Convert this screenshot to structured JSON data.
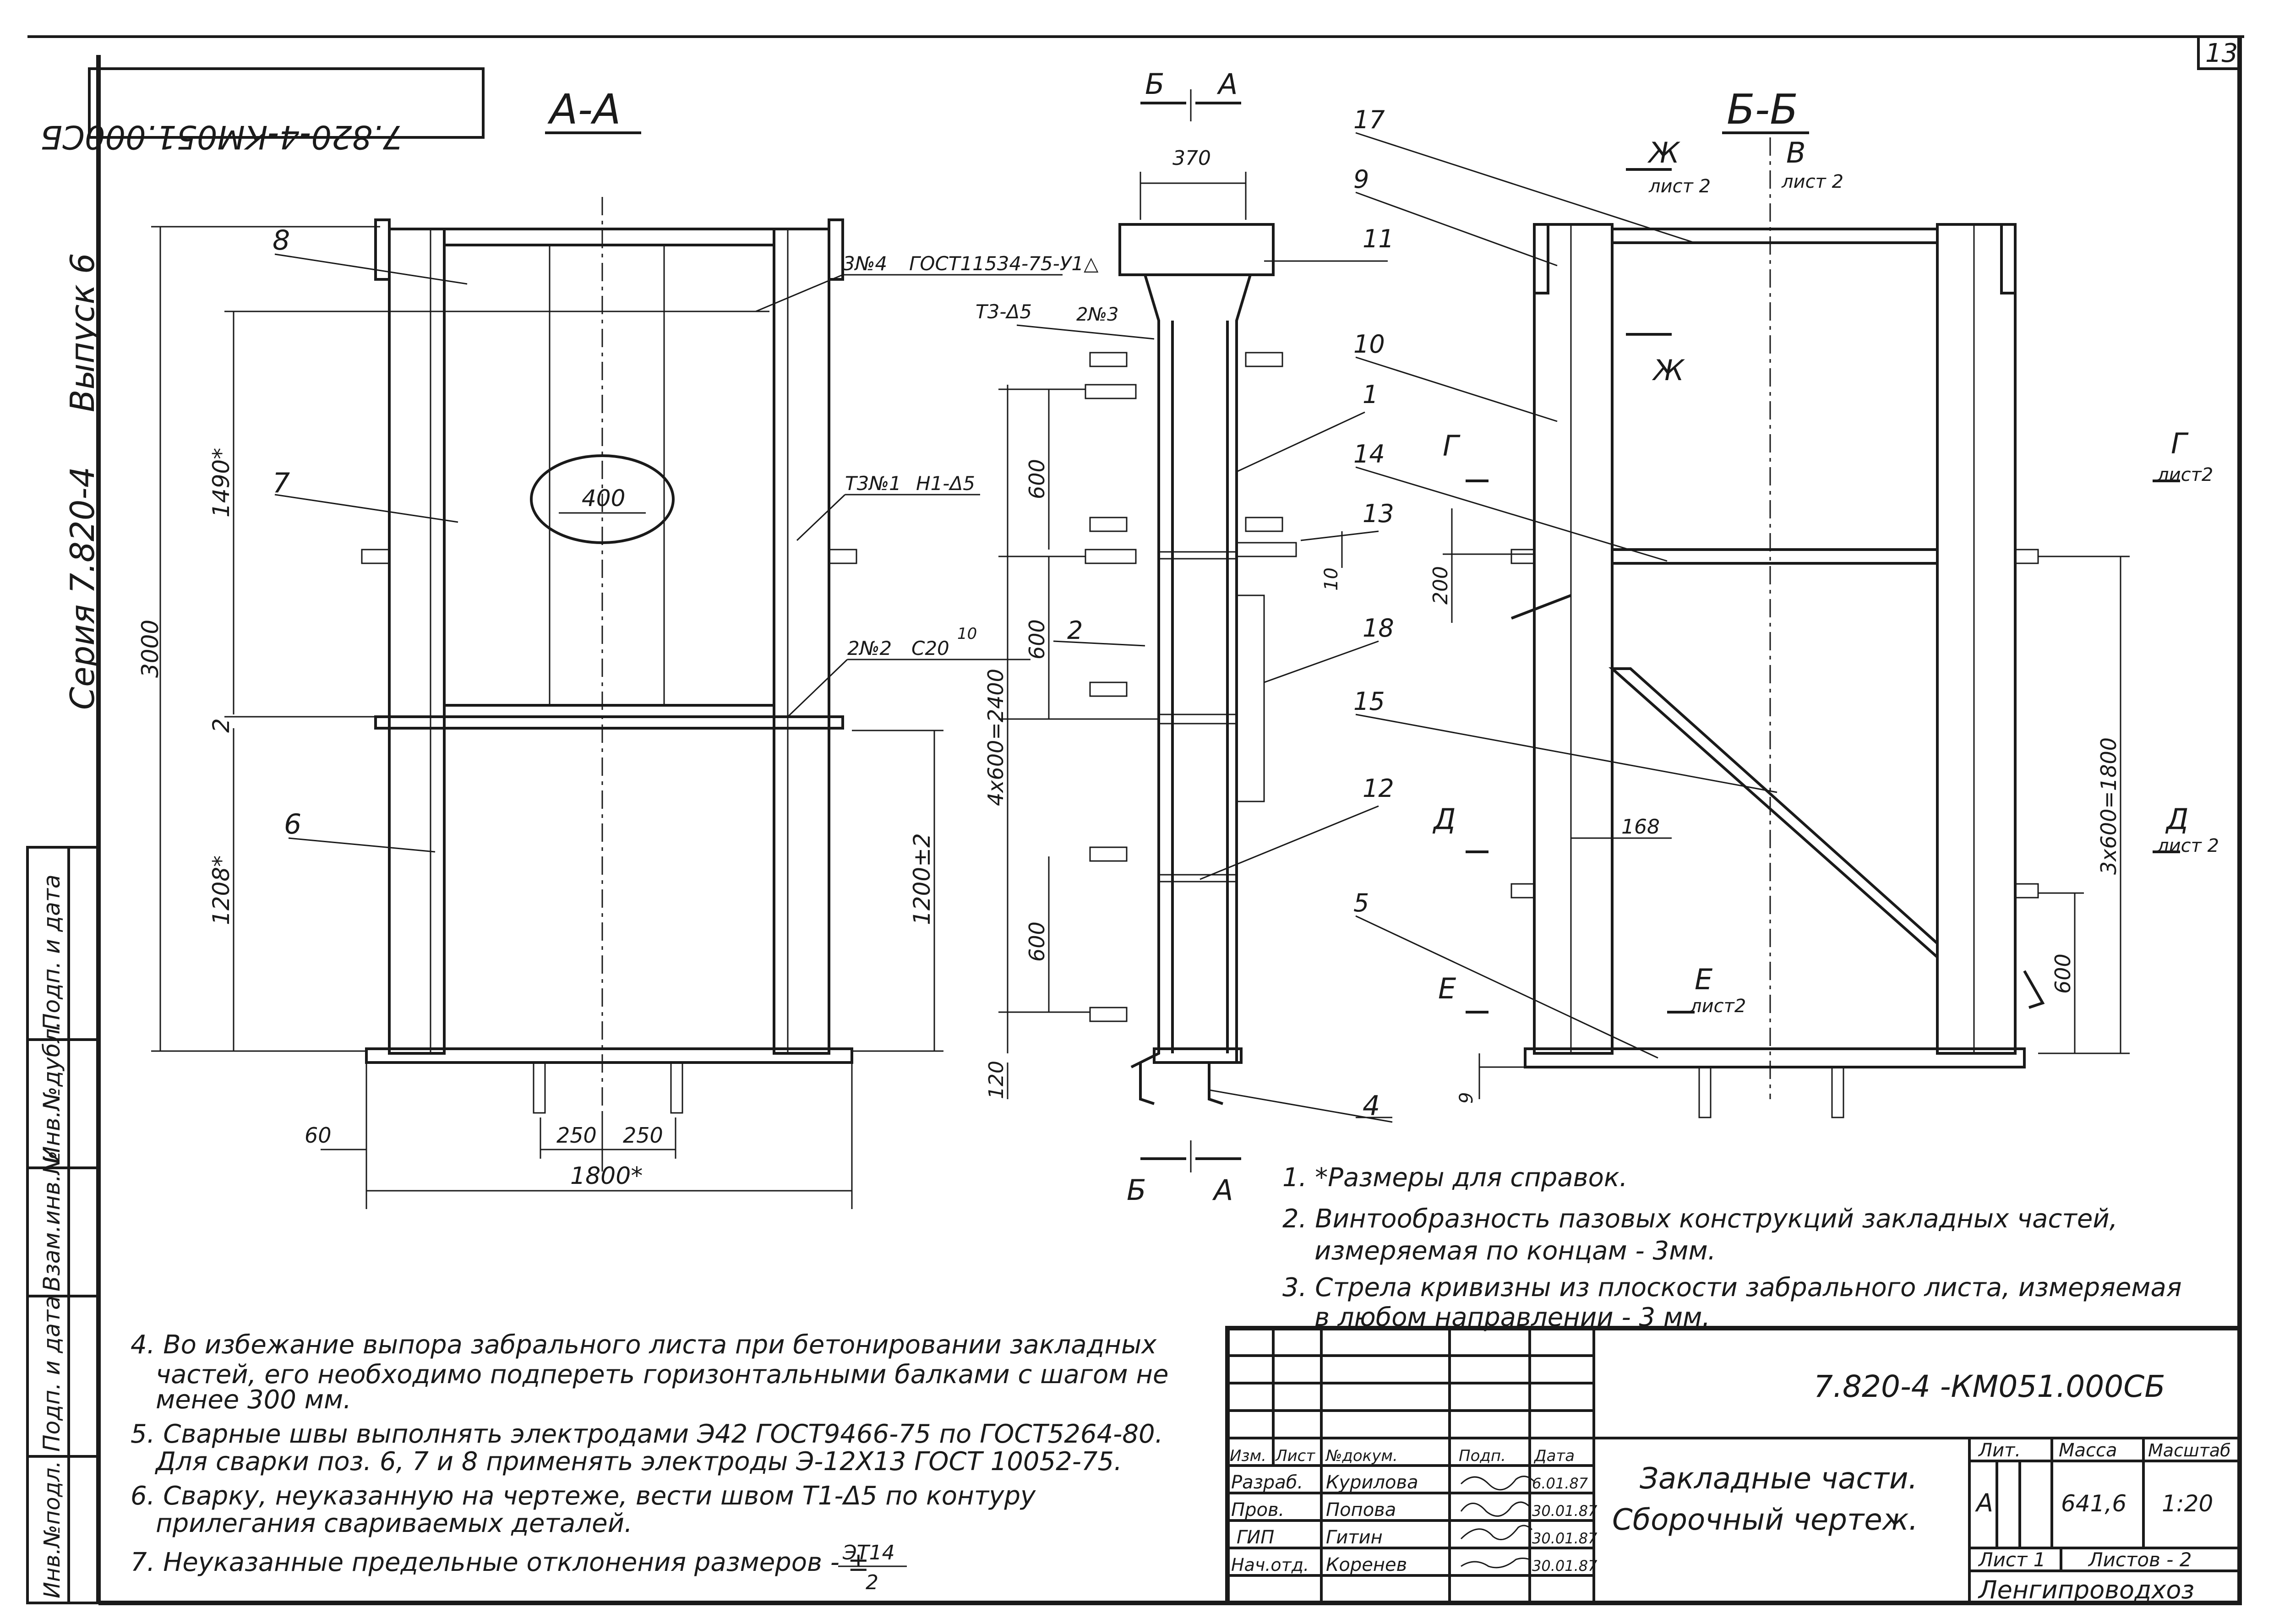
{
  "sheet_number": "13",
  "doc_code": "7.820-4-КМ051.000СБ",
  "doc_code_rotated": "7.820-4-КМ051.000СБ",
  "series_label": "Серия 7.820-4",
  "issue_label": "Выпуск 6",
  "views": {
    "aa": {
      "title": "А-А",
      "callouts": [
        "8",
        "7",
        "6"
      ],
      "notes": {
        "weld_top": "3№4",
        "gost_top": "ГОСТ11534-75-У1△",
        "weld_side": "Т3№1",
        "weld_side_code": "Н1-Δ5",
        "weld_mid": "2№2",
        "weld_mid_code": "С20",
        "weld_mid_size": "10",
        "hole": "400"
      },
      "dims": {
        "total_height": "3000",
        "upper": "1490*",
        "mid_gap": "2",
        "lower": "1208*",
        "lower_right": "1200±2",
        "edge": "60",
        "stud_left": "250",
        "stud_right": "250",
        "width": "1800*"
      }
    },
    "bb_section": {
      "top_left": "Б",
      "top_right": "А",
      "bottom_left": "Б",
      "bottom_right": "А",
      "callouts": [
        "11",
        "1",
        "13",
        "18",
        "2",
        "12",
        "4"
      ],
      "weld_note": "Т3-Δ5",
      "weld_note_num": "2№3",
      "dims": {
        "width": "370",
        "pitch_1": "600",
        "pitch_2": "600",
        "pitch_3": "600",
        "total": "4x600=2400",
        "bottom": "120",
        "plate": "10"
      }
    },
    "bb": {
      "title": "Б-Б",
      "callouts": [
        "17",
        "9",
        "10",
        "14",
        "15",
        "5"
      ],
      "section_marks": [
        {
          "letter": "Ж",
          "ref": "лист 2"
        },
        {
          "letter": "В",
          "ref": "лист 2"
        },
        {
          "letter": "Ж",
          "ref": ""
        },
        {
          "letter": "Г",
          "ref": ""
        },
        {
          "letter": "Г",
          "ref": "лист2"
        },
        {
          "letter": "Д",
          "ref": ""
        },
        {
          "letter": "Д",
          "ref": "лист 2"
        },
        {
          "letter": "Е",
          "ref": ""
        },
        {
          "letter": "Е",
          "ref": "лист2"
        }
      ],
      "dims": {
        "brace": "200",
        "web": "168",
        "total": "3x600=1800",
        "lower": "600",
        "bottom": "9"
      }
    }
  },
  "notes_right": [
    "1. *Размеры для справок.",
    "2. Винтообразность пазовых конструкций закладных частей,",
    "измеряемая по концам - 3мм.",
    "3. Стрела кривизны из плоскости забрального листа, измеряемая",
    "в любом направлении - 3 мм."
  ],
  "notes_left": [
    "4. Во избежание выпора забрального листа при бетонировании закладных",
    "частей, его необходимо подпереть горизонтальными балками с шагом не",
    "менее 300 мм.",
    "5. Сварные швы выполнять электродами Э42 ГОСТ9466-75 по ГОСТ5264-80.",
    "Для сварки поз. 6, 7 и 8 применять электроды Э-12Х13 ГОСТ 10052-75.",
    "6. Сварку, неуказанную на чертеже, вести швом Т1-Δ5 по контуру",
    "прилегания свариваемых деталей.",
    "7. Неуказанные предельные отклонения размеров - ±"
  ],
  "tolerance_fraction": {
    "num": "ЭТ14",
    "den": "2"
  },
  "side_stamp": [
    "Подп. и дата",
    "Инв.№дубл.",
    "Взам.инв.№",
    "Подп. и дата",
    "Инв.№подл."
  ],
  "title_block": {
    "code": "7.820-4 -КМ051.000СБ",
    "title_line1": "Закладные части.",
    "title_line2": "Сборочный чертеж.",
    "col_headers": [
      "Изм.",
      "Лист",
      "№докум.",
      "Подп.",
      "Дата"
    ],
    "rows": [
      {
        "role": "Разраб.",
        "name": "Курилова",
        "date": "6.01.87"
      },
      {
        "role": "Пров.",
        "name": "Попова",
        "date": "30.01.87"
      },
      {
        "role": "ГИП",
        "name": "Гитин",
        "date": "30.01.87"
      },
      {
        "role": "Нач.отд.",
        "name": "Коренев",
        "date": "30.01.87"
      }
    ],
    "lit_header": "Лит.",
    "mass_header": "Масса",
    "scale_header": "Масштаб",
    "lit": "А",
    "mass": "641,6",
    "scale": "1:20",
    "sheet": "Лист 1",
    "sheets": "Листов - 2",
    "org": "Ленгипроводхоз"
  },
  "colors": {
    "ink": "#1a1a1a",
    "paper": "#ffffff"
  }
}
